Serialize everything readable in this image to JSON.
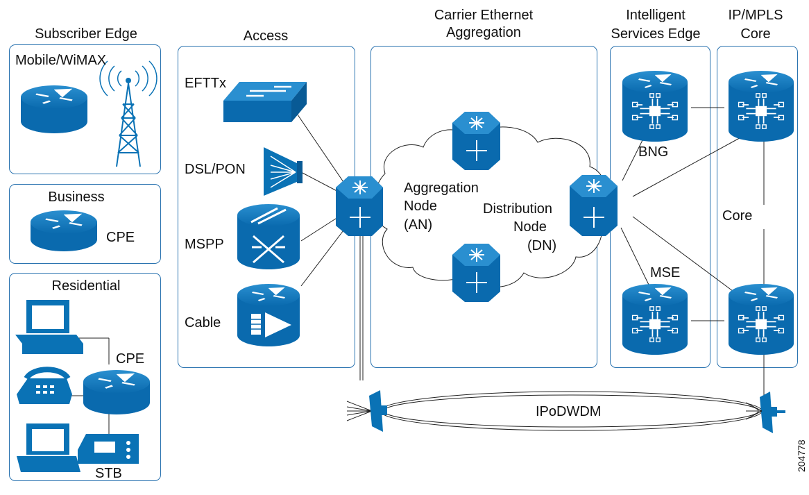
{
  "sections": {
    "subscriber_edge": "Subscriber Edge",
    "access": "Access",
    "carrier_ethernet_line1": "Carrier Ethernet",
    "carrier_ethernet_line2": "Aggregation",
    "intelligent_line1": "Intelligent",
    "intelligent_line2": "Services Edge",
    "ipmpls_line1": "IP/MPLS",
    "ipmpls_line2": "Core"
  },
  "subscriber": {
    "mobile": "Mobile/WiMAX",
    "business": "Business",
    "business_cpe": "CPE",
    "residential": "Residential",
    "residential_cpe": "CPE",
    "stb": "STB"
  },
  "access": {
    "efttx": "EFTTx",
    "dslpon": "DSL/PON",
    "mspp": "MSPP",
    "cable": "Cable"
  },
  "aggregation": {
    "an_line1": "Aggregation",
    "an_line2": "Node",
    "an_line3": "(AN)",
    "dn_line1": "Distribution",
    "dn_line2": "Node",
    "dn_line3": "(DN)"
  },
  "edge": {
    "bng": "BNG",
    "mse": "MSE",
    "core": "Core"
  },
  "optical": {
    "ipodwdm": "IPoDWDM"
  },
  "figure_id": "204778",
  "colors": {
    "device_blue": "#0a72b5",
    "panel_border": "#2a73b0",
    "line": "#222222"
  }
}
